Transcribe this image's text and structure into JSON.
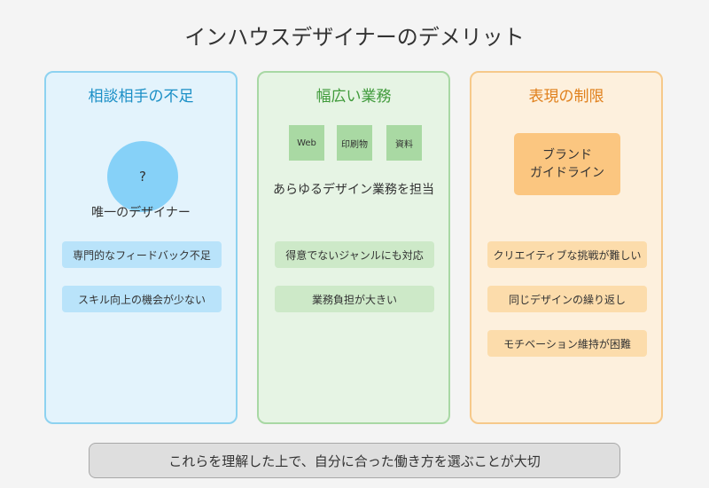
{
  "title": "インハウスデザイナーのデメリット",
  "panels": [
    {
      "title": "相談相手の不足",
      "circle_label": "?",
      "center_label": "唯一のデザイナー",
      "items": [
        "専門的なフィードバック不足",
        "スキル向上の機会が少ない"
      ]
    },
    {
      "title": "幅広い業務",
      "tags": [
        "Web",
        "印刷物",
        "資料"
      ],
      "center_label": "あらゆるデザイン業務を担当",
      "items": [
        "得意でないジャンルにも対応",
        "業務負担が大きい"
      ]
    },
    {
      "title": "表現の制限",
      "brand_box": {
        "line1": "ブランド",
        "line2": "ガイドライン"
      },
      "items": [
        "クリエイティブな挑戦が難しい",
        "同じデザインの繰り返し",
        "モチベーション維持が困難"
      ]
    }
  ],
  "footer": "これらを理解した上で、自分に合った働き方を選ぶことが大切",
  "colors": {
    "blue_accent": "#1a8fc6",
    "green_accent": "#3f9a3a",
    "orange_accent": "#e0801c"
  }
}
